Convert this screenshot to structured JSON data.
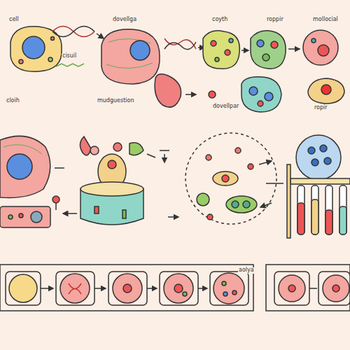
{
  "diagram": {
    "labels": [
      "cell",
      "dovellga",
      "coyth",
      "roppir",
      "mollocial",
      "cisuil",
      "cloih",
      "mudguestion",
      "dovellpar",
      "ropir",
      "aolya"
    ]
  }
}
